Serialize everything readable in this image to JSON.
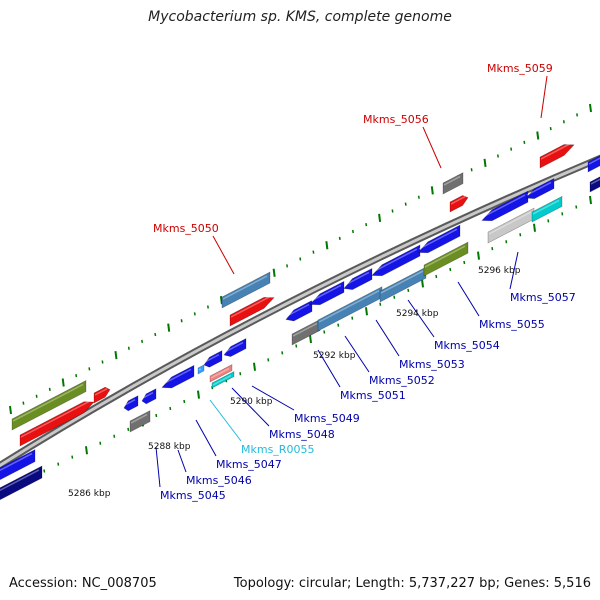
{
  "title": "Mycobacterium sp. KMS, complete genome",
  "accession": "Accession: NC_008705",
  "summary": "Topology: circular; Length: 5,737,227 bp; Genes: 5,516",
  "colors": {
    "blue": "#1414e6",
    "dark_blue": "#0a0a80",
    "steel_blue": "#4682b4",
    "red": "#e81010",
    "olive": "#6b8e23",
    "gray": "#707070",
    "light_gray": "#c8c8c8",
    "cyan": "#00cccc",
    "pink": "#f08080",
    "label_red": "#cc0000",
    "label_blue": "#0000aa",
    "label_cyan": "#22bbdd",
    "tick_green": "#007700"
  },
  "ticks": [
    {
      "label": "5286 kbp"
    },
    {
      "label": "5288 kbp"
    },
    {
      "label": "5290 kbp"
    },
    {
      "label": "5292 kbp"
    },
    {
      "label": "5294 kbp"
    },
    {
      "label": "5296 kbp"
    }
  ],
  "gene_labels": [
    {
      "name": "Mkms_5045",
      "kind": "blue"
    },
    {
      "name": "Mkms_5046",
      "kind": "blue"
    },
    {
      "name": "Mkms_5047",
      "kind": "blue"
    },
    {
      "name": "Mkms_R0055",
      "kind": "cyan"
    },
    {
      "name": "Mkms_5048",
      "kind": "blue"
    },
    {
      "name": "Mkms_5049",
      "kind": "blue"
    },
    {
      "name": "Mkms_5051",
      "kind": "blue"
    },
    {
      "name": "Mkms_5052",
      "kind": "blue"
    },
    {
      "name": "Mkms_5053",
      "kind": "blue"
    },
    {
      "name": "Mkms_5054",
      "kind": "blue"
    },
    {
      "name": "Mkms_5055",
      "kind": "blue"
    },
    {
      "name": "Mkms_5057",
      "kind": "blue"
    },
    {
      "name": "Mkms_5050",
      "kind": "red"
    },
    {
      "name": "Mkms_5056",
      "kind": "red"
    },
    {
      "name": "Mkms_5059",
      "kind": "red"
    }
  ]
}
